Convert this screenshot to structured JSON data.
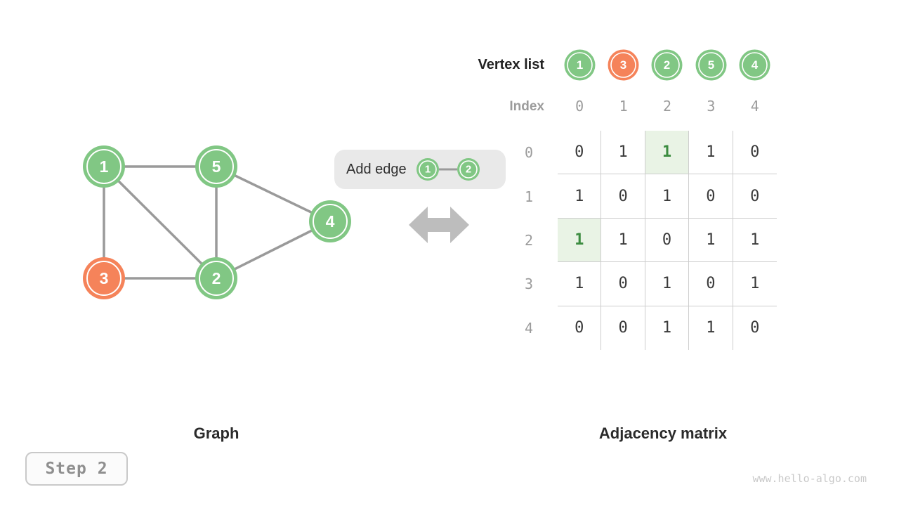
{
  "page": {
    "step_label": "Step 2",
    "watermark": "www.hello-algo.com"
  },
  "colors": {
    "node_green": "#81c784",
    "node_orange": "#f5835a",
    "edge_gray": "#9a9a9a",
    "arrow_gray": "#bdbdbd",
    "pill_bg": "#e9e9e9",
    "highlight_bg": "#e9f3e5",
    "highlight_text": "#3c8c40",
    "grid_line": "#cdcdcd",
    "muted_text": "#9b9b9b"
  },
  "graph": {
    "caption": "Graph",
    "nodes": [
      {
        "label": "1",
        "color": "#81c784"
      },
      {
        "label": "5",
        "color": "#81c784"
      },
      {
        "label": "4",
        "color": "#81c784"
      },
      {
        "label": "3",
        "color": "#f5835a"
      },
      {
        "label": "2",
        "color": "#81c784"
      }
    ],
    "edges": [
      [
        "1",
        "5"
      ],
      [
        "1",
        "3"
      ],
      [
        "1",
        "2"
      ],
      [
        "5",
        "2"
      ],
      [
        "5",
        "4"
      ],
      [
        "2",
        "4"
      ],
      [
        "3",
        "2"
      ]
    ]
  },
  "operation": {
    "label": "Add edge",
    "nodes": [
      {
        "label": "1",
        "color": "#81c784"
      },
      {
        "label": "2",
        "color": "#81c784"
      }
    ]
  },
  "adjacency": {
    "caption": "Adjacency matrix",
    "vertex_list_label": "Vertex list",
    "index_label": "Index",
    "vertices": [
      {
        "label": "1",
        "color": "#81c784"
      },
      {
        "label": "3",
        "color": "#f5835a"
      },
      {
        "label": "2",
        "color": "#81c784"
      },
      {
        "label": "5",
        "color": "#81c784"
      },
      {
        "label": "4",
        "color": "#81c784"
      }
    ],
    "indices": [
      "0",
      "1",
      "2",
      "3",
      "4"
    ],
    "row_labels": [
      "0",
      "1",
      "2",
      "3",
      "4"
    ],
    "rows": [
      [
        "0",
        "1",
        "1",
        "1",
        "0"
      ],
      [
        "1",
        "0",
        "1",
        "0",
        "0"
      ],
      [
        "1",
        "1",
        "0",
        "1",
        "1"
      ],
      [
        "1",
        "0",
        "1",
        "0",
        "1"
      ],
      [
        "0",
        "0",
        "1",
        "1",
        "0"
      ]
    ],
    "highlighted_cells": [
      [
        0,
        2
      ],
      [
        2,
        0
      ]
    ]
  }
}
